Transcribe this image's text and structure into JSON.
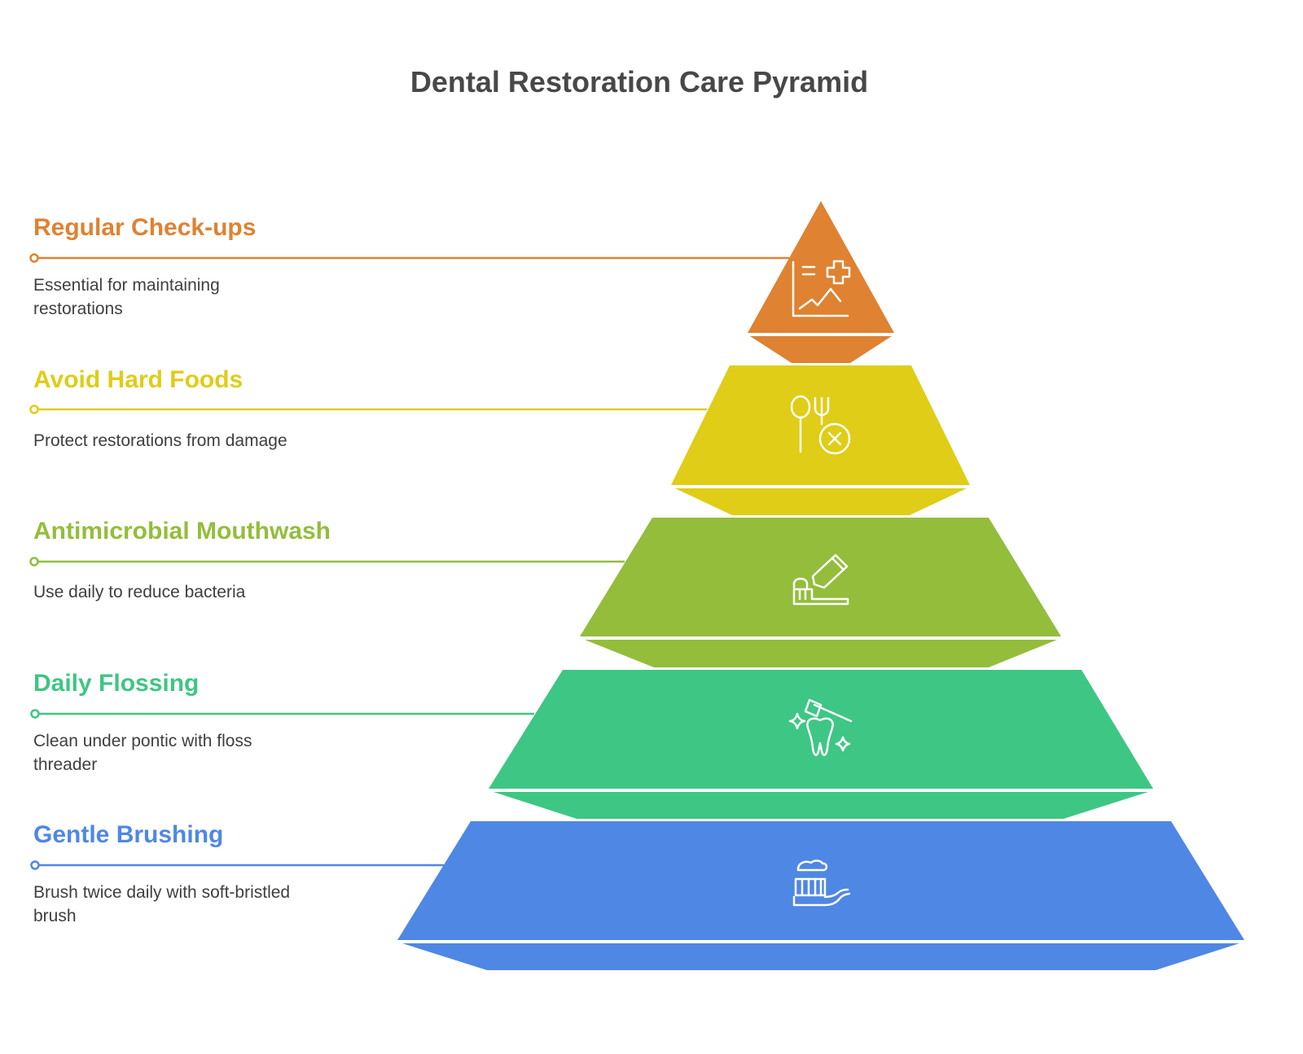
{
  "title": "Dental Restoration Care Pyramid",
  "levels": [
    {
      "label": "Regular Check-ups",
      "description": "Essential for maintaining\nrestorations",
      "color": "#df8231",
      "icon": "health-chart-icon"
    },
    {
      "label": "Avoid Hard Foods",
      "description": "Protect restorations from damage",
      "color": "#dfcd17",
      "icon": "no-utensils-icon"
    },
    {
      "label": "Antimicrobial Mouthwash",
      "description": "Use daily to reduce bacteria",
      "color": "#94bd3c",
      "icon": "toothpaste-icon"
    },
    {
      "label": "Daily Flossing",
      "description": "Clean under pontic with floss\nthreader",
      "color": "#3ec684",
      "icon": "clean-tooth-icon"
    },
    {
      "label": "Gentle Brushing",
      "description": "Brush twice daily with soft-bristled\nbrush",
      "color": "#4f87e4",
      "icon": "toothbrush-icon"
    }
  ]
}
